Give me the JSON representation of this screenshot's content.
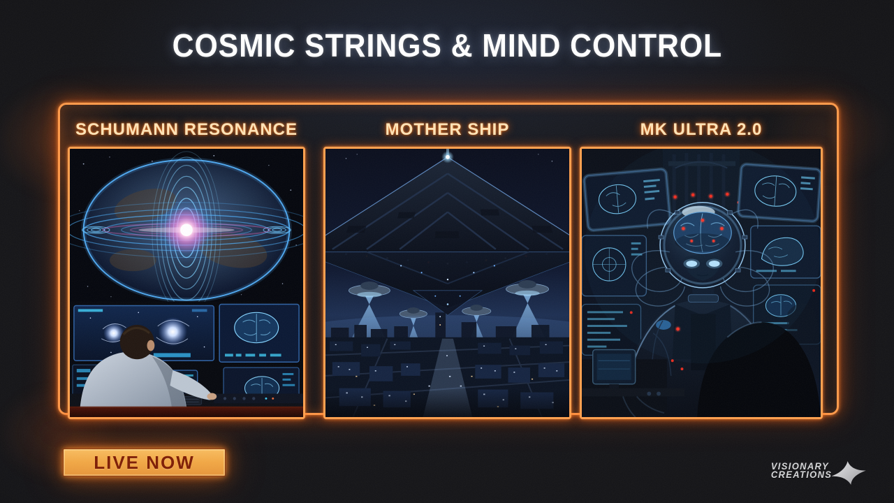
{
  "title": "COSMIC STRINGS & MIND CONTROL",
  "panels": [
    {
      "id": "schumann-resonance",
      "label": "SCHUMANN RESONANCE",
      "image_alt": "Earth wrapped in glowing blue toroidal resonance rings with a magenta energy core, above a control room where a man watches monitors showing galaxies, brain scans and waveforms"
    },
    {
      "id": "mother-ship",
      "label": "MOTHER SHIP",
      "image_alt": "Giant dark pyramid mothership hovering over a night city while four smaller saucers project blue light beams onto the streets"
    },
    {
      "id": "mk-ultra-2-0",
      "label": "MK ULTRA 2.0",
      "image_alt": "Subject with a transparent brain dome helmet wired with coils and red lights, surrounded by brain-scan monitors, watched by a dark hooded silhouette"
    }
  ],
  "badge": {
    "label": "LIVE NOW"
  },
  "logo": {
    "line1": "VISIONARY",
    "line2": "CREATIONS",
    "icon": "four-point-star"
  },
  "colors": {
    "background": "#121215",
    "accent_orange": "#ff9a4a",
    "frame_glow": "#ff6414",
    "label_text": "#ffe3b6",
    "title_text": "#ffffff",
    "badge_fill_top": "#f9bd60",
    "badge_fill_bottom": "#e7953a",
    "badge_text": "#7e1d04",
    "art_blue": "#57b8ff",
    "art_magenta": "#ff6cc8",
    "art_red_light": "#ff2a18"
  }
}
